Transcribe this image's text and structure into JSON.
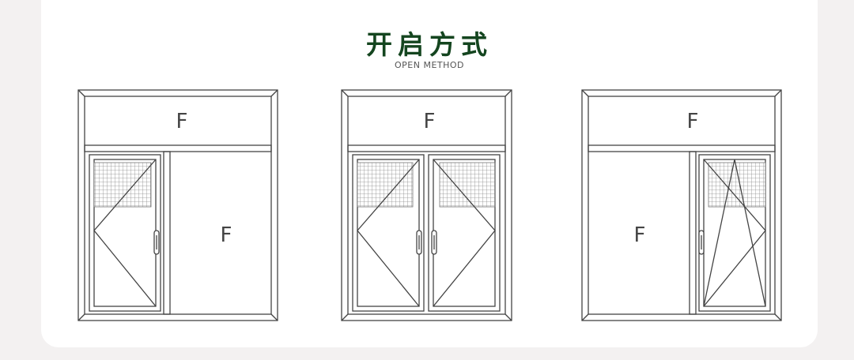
{
  "header": {
    "title": "开启方式",
    "subtitle": "OPEN METHOD"
  },
  "windows": [
    {
      "name": "single-casement-left",
      "transom_label": "F",
      "fixed_label": "F"
    },
    {
      "name": "double-casement",
      "transom_label": "F"
    },
    {
      "name": "tilt-turn-right",
      "transom_label": "F",
      "fixed_label": "F"
    }
  ],
  "colors": {
    "title": "#14451f",
    "line": "#444444"
  }
}
